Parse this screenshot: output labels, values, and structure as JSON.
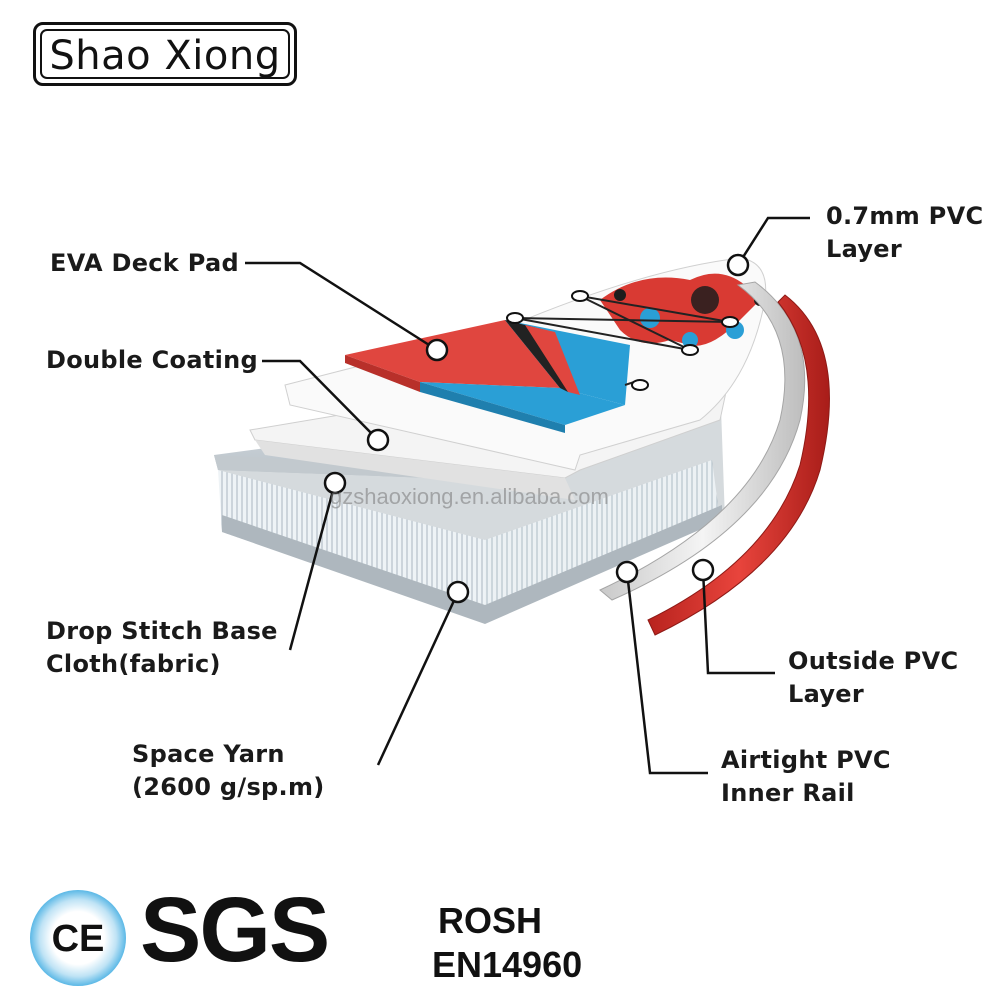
{
  "brand": {
    "name": "Shao Xiong"
  },
  "watermark": "gzshaoxiong.en.alibaba.com",
  "labels": {
    "eva_deck_pad": [
      "EVA Deck Pad"
    ],
    "double_coating": [
      "Double Coating"
    ],
    "drop_stitch": [
      "Drop Stitch Base",
      "Cloth(fabric)"
    ],
    "space_yarn": [
      "Space Yarn",
      "(2600 g/sp.m)"
    ],
    "pvc_layer": [
      "0.7mm PVC",
      "Layer"
    ],
    "outside_pvc": [
      "Outside PVC",
      "Layer"
    ],
    "airtight_rail": [
      "Airtight PVC",
      "Inner Rail"
    ]
  },
  "certifications": {
    "ce": "CE",
    "sgs": "SGS",
    "rosh": "ROSH",
    "en": "EN14960"
  },
  "colors": {
    "deck_red": "#e0463f",
    "deck_blue": "#2a9fd6",
    "rail_red": "#d8322c",
    "leader_line": "#111111"
  }
}
